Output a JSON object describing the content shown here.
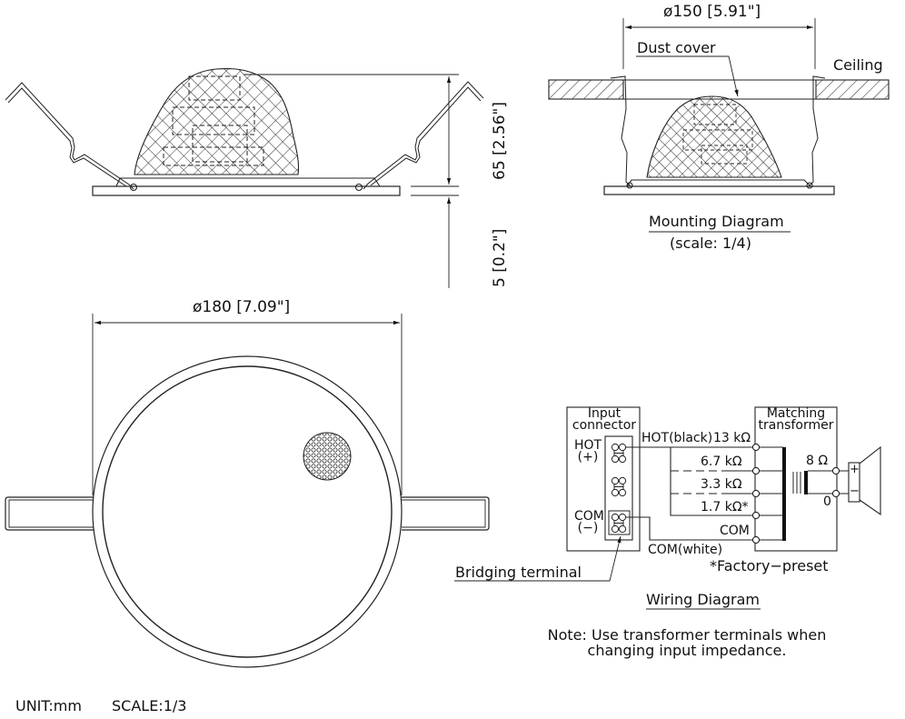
{
  "side_view": {
    "height_dim": "65 [2.56\"]",
    "flange_dim": "5 [0.2\"]"
  },
  "mounting_diagram": {
    "width_dim": "ø150 [5.91\"]",
    "dust_cover_label": "Dust cover",
    "ceiling_label": "Ceiling",
    "title": "Mounting Diagram",
    "scale": "(scale: 1/4)"
  },
  "top_view": {
    "diameter_dim": "ø180 [7.09\"]"
  },
  "wiring_diagram": {
    "input_connector_label_1": "Input",
    "input_connector_label_2": "connector",
    "hot_label": "HOT",
    "hot_sign": "(+)",
    "com_label": "COM",
    "com_sign": "(−)",
    "hot_wire": "HOT(black)",
    "com_wire": "COM(white)",
    "transformer_label_1": "Matching",
    "transformer_label_2": "transformer",
    "taps": [
      "13 kΩ",
      "6.7 kΩ",
      "3.3 kΩ",
      "1.7 kΩ*",
      "COM"
    ],
    "output_impedance": "8 Ω",
    "output_zero": "0",
    "speaker_plus": "+",
    "speaker_minus": "−",
    "bridging_terminal_label": "Bridging terminal",
    "factory_preset_note": "*Factory−preset",
    "title": "Wiring Diagram",
    "note_line_1": "Note: Use transformer terminals when",
    "note_line_2": "changing input impedance."
  },
  "footer": {
    "unit": "UNIT:mm",
    "scale": "SCALE:1/3"
  }
}
